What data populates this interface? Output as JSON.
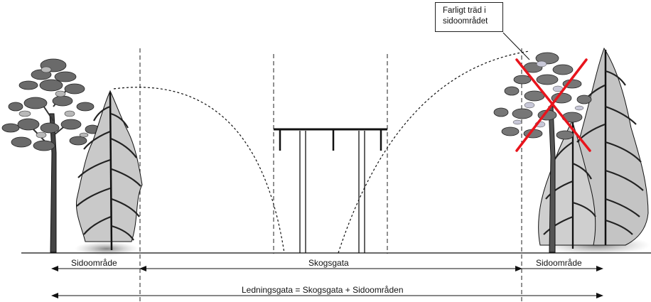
{
  "callout": {
    "line1": "Farligt träd i",
    "line2": "sidoområdet"
  },
  "labels": {
    "left_side_zone": "Sidoområde",
    "forest_corridor": "Skogsgata",
    "right_side_zone": "Sidoområde",
    "total_corridor": "Ledningsgata = Skogsgata + Sidoområden"
  },
  "colors": {
    "hazard_cross": "#e8141c",
    "line": "#111111",
    "foliage_dark": "#555555",
    "foliage_light": "#b5b5b5",
    "spruce_fill": "#c9c9c9"
  },
  "icons": {
    "left_pine": "pine-tree-icon",
    "left_spruce": "spruce-tree-icon",
    "right_pine": "pine-tree-icon",
    "right_spruces": "spruce-tree-icon",
    "power_pole": "power-line-tower-icon",
    "hazard_mark": "red-cross-icon"
  }
}
